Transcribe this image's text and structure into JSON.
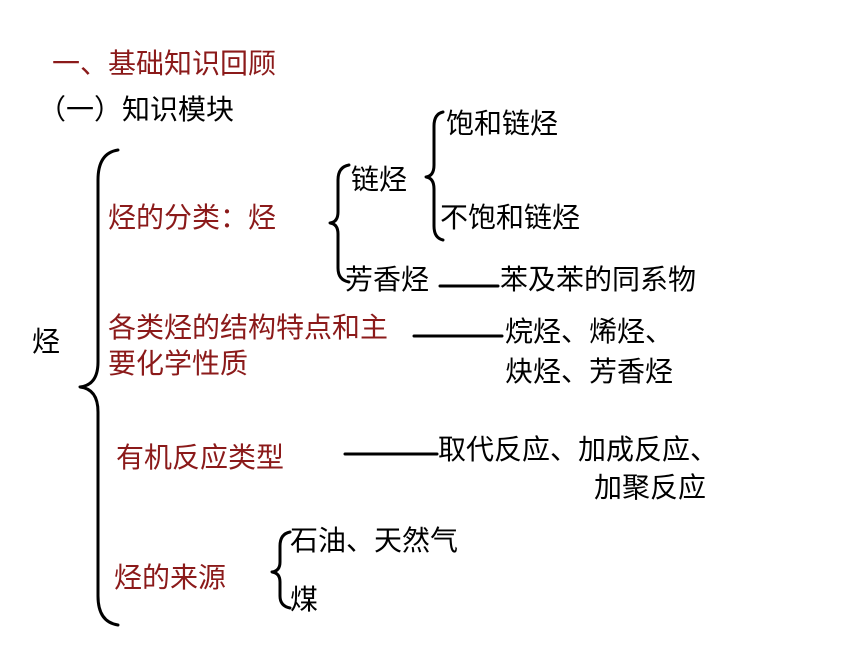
{
  "heading": "一、基础知识回顾",
  "subheading": "（一）知识模块",
  "root_label": "烃",
  "sections": {
    "classification": {
      "label": "烃的分类：烃",
      "chain": "链烃",
      "saturated_chain": "饱和链烃",
      "unsaturated_chain": "不饱和链烃",
      "aromatic": "芳香烃",
      "aromatic_desc": "苯及苯的同系物"
    },
    "structure": {
      "label_line1": "各类烃的结构特点和主",
      "label_line2": "要化学性质",
      "desc_line1": "烷烃、烯烃、",
      "desc_line2": "炔烃、芳香烃"
    },
    "reactions": {
      "label": "有机反应类型",
      "desc_line1": "取代反应、加成反应、",
      "desc_line2": "加聚反应"
    },
    "sources": {
      "label": "烃的来源",
      "item1": "石油、天然气",
      "item2": "煤"
    }
  },
  "colors": {
    "heading": "#8b1a1a",
    "body": "#000000"
  }
}
